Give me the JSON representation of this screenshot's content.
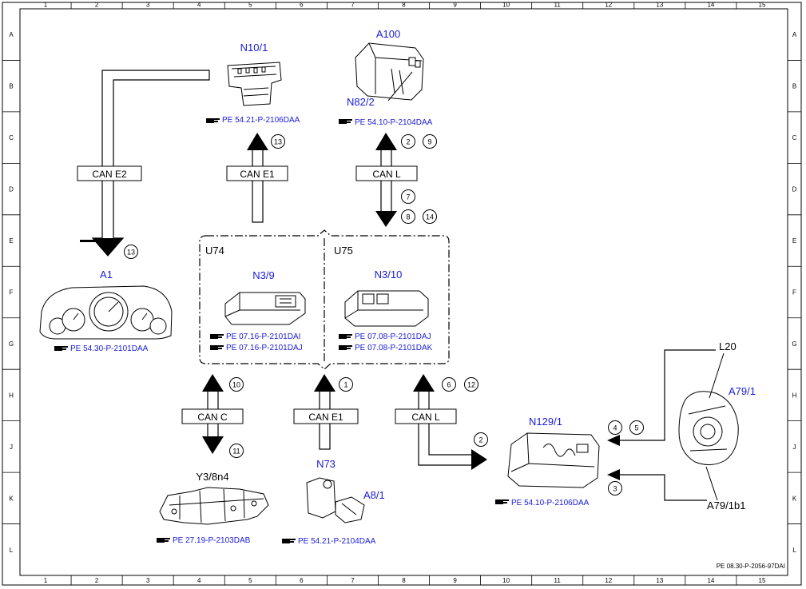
{
  "frame": {
    "columns": [
      "1",
      "2",
      "3",
      "4",
      "5",
      "6",
      "7",
      "8",
      "9",
      "10",
      "11",
      "12",
      "13",
      "14",
      "15"
    ],
    "rows": [
      "A",
      "B",
      "C",
      "D",
      "E",
      "F",
      "G",
      "H",
      "J",
      "K",
      "L"
    ],
    "doc_id": "PE 08.30-P-2056-97DAI"
  },
  "components": {
    "n10_1": {
      "label": "N10/1",
      "ref": "PE 54.21-P-2106DAA"
    },
    "a100": {
      "label": "A100",
      "sub_label": "N82/2",
      "ref": "PE 54.10-P-2104DAA"
    },
    "a1": {
      "label": "A1",
      "ref": "PE 54.30-P-2101DAA"
    },
    "u74": {
      "group": "U74",
      "label": "N3/9",
      "refs": [
        "PE 07.16-P-2101DAI",
        "PE 07.16-P-2101DAJ"
      ]
    },
    "u75": {
      "group": "U75",
      "label": "N3/10",
      "refs": [
        "PE 07.08-P-2101DAJ",
        "PE 07.08-P-2101DAK"
      ]
    },
    "y3": {
      "label": "Y3/8n4",
      "ref": "PE 27.19-P-2103DAB"
    },
    "n73": {
      "label": "N73",
      "sub_label": "A8/1",
      "ref": "PE 54.21-P-2104DAA"
    },
    "n129": {
      "label": "N129/1",
      "ref": "PE 54.10-P-2106DAA"
    },
    "a79": {
      "label": "A79/1",
      "l20": "L20",
      "sensor": "A79/1b1"
    }
  },
  "buses": {
    "can_e2": "CAN E2",
    "can_e1_top": "CAN E1",
    "can_l_top": "CAN L",
    "can_c": "CAN C",
    "can_e1_bottom": "CAN E1",
    "can_l_bottom": "CAN L"
  },
  "callouts": [
    "13",
    "13",
    "2",
    "9",
    "7",
    "8",
    "14",
    "10",
    "11",
    "1",
    "6",
    "12",
    "2",
    "4",
    "5",
    "3"
  ],
  "colors": {
    "label_blue": "#1a1ad6",
    "line": "#000000"
  }
}
